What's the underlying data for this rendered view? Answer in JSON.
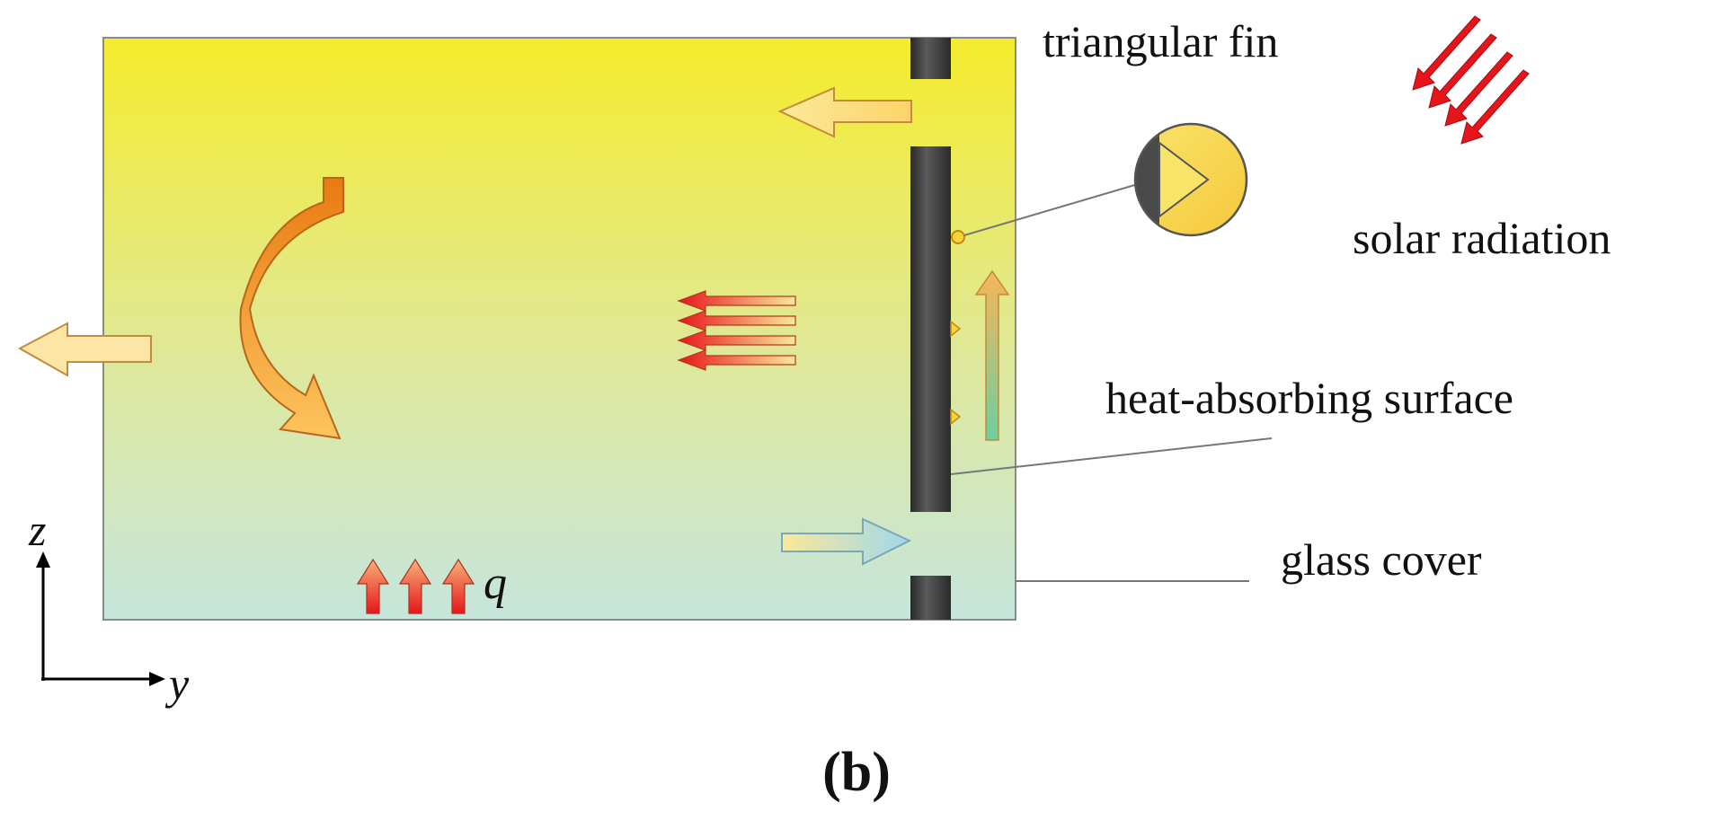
{
  "labels": {
    "triangular_fin": "triangular fin",
    "solar_radiation": "solar radiation",
    "heat_absorbing_surface": "heat-absorbing surface",
    "glass_cover": "glass cover",
    "heat_flux": "q",
    "axis_z": "z",
    "axis_y": "y",
    "subfigure": "(b)"
  },
  "colors": {
    "room_top": "#f5ec2c",
    "room_bottom": "#c6e6dc",
    "wall": "#3b3b3b",
    "radiation_red": "#e8141b",
    "arrow_orange": "#f08a1e",
    "arrow_light": "#fbe89a",
    "inlet_blue": "#9fd8ea",
    "fin_yellow": "#f7d23a"
  }
}
